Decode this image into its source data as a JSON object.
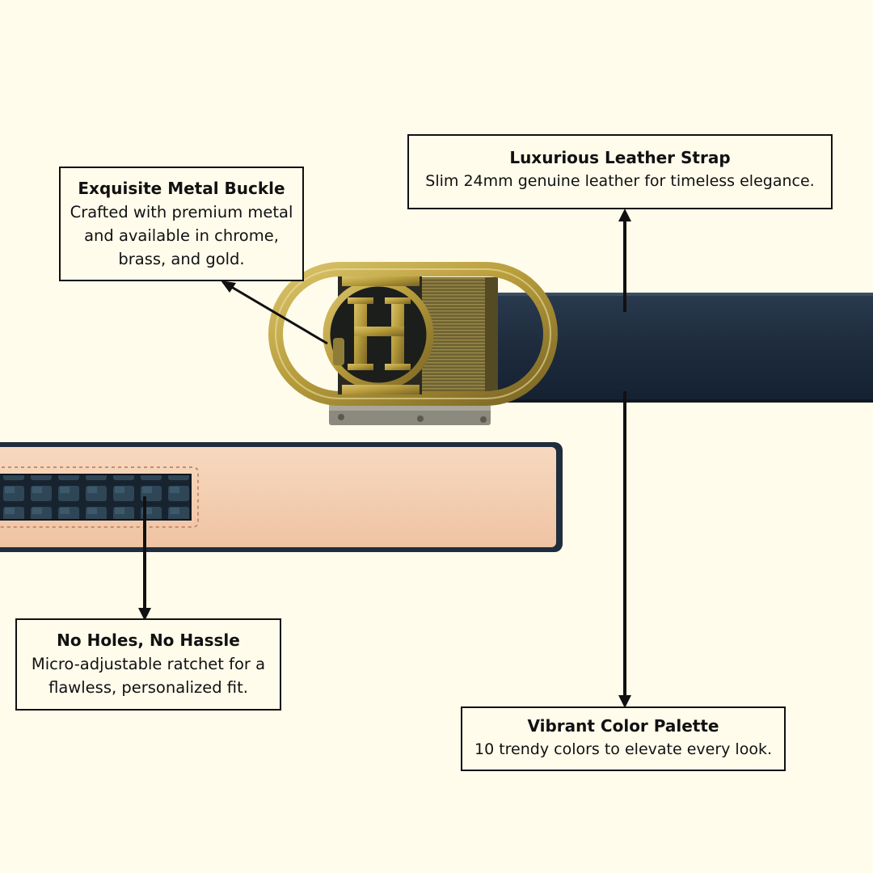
{
  "colors": {
    "background": "#fffcec",
    "strap_navy": "#1d2b3c",
    "strap_underside": "#f4cfb1",
    "buckle_gold": "#b89d3c",
    "border": "#111111"
  },
  "callouts": {
    "buckle": {
      "title": "Exquisite Metal Buckle",
      "desc": "Crafted with premium metal and available in chrome, brass, and gold."
    },
    "strap": {
      "title": "Luxurious Leather Strap",
      "desc": "Slim 24mm genuine leather for timeless elegance."
    },
    "holes": {
      "title": "No Holes, No Hassle",
      "desc": "Micro-adjustable ratchet for a flawless, personalized fit."
    },
    "color": {
      "title": "Vibrant Color Palette",
      "desc": "10 trendy colors to elevate every look."
    }
  },
  "product": {
    "monogram": "H",
    "icons": [
      "belt-strap-image",
      "ratchet-buckle-image",
      "arrow-icon"
    ]
  }
}
